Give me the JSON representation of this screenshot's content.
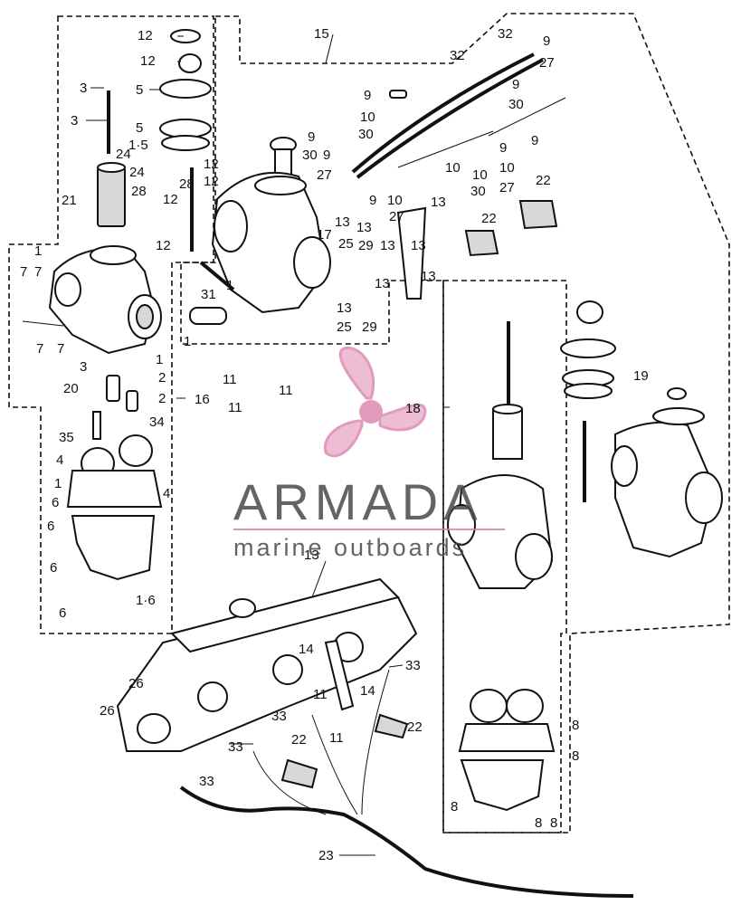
{
  "watermark": {
    "brand": "ARMADA",
    "tagline": "marine outboards",
    "accent_color": "#d77aa6",
    "icon": "propeller-logo-icon"
  },
  "callouts": [
    {
      "id": "c1",
      "text": "12"
    },
    {
      "id": "c2",
      "text": "12"
    },
    {
      "id": "c3",
      "text": "3"
    },
    {
      "id": "c4",
      "text": "5"
    },
    {
      "id": "c5",
      "text": "3"
    },
    {
      "id": "c6",
      "text": "5"
    },
    {
      "id": "c7",
      "text": "1·5"
    },
    {
      "id": "c8",
      "text": "24"
    },
    {
      "id": "c9",
      "text": "12"
    },
    {
      "id": "c10",
      "text": "24"
    },
    {
      "id": "c11",
      "text": "12"
    },
    {
      "id": "c12",
      "text": "28"
    },
    {
      "id": "c13",
      "text": "28"
    },
    {
      "id": "c14",
      "text": "12"
    },
    {
      "id": "c15",
      "text": "21"
    },
    {
      "id": "c16",
      "text": "12"
    },
    {
      "id": "c17",
      "text": "1"
    },
    {
      "id": "c18",
      "text": "7"
    },
    {
      "id": "c19",
      "text": "7"
    },
    {
      "id": "c20",
      "text": "7"
    },
    {
      "id": "c21",
      "text": "7"
    },
    {
      "id": "c22",
      "text": "3"
    },
    {
      "id": "c23",
      "text": "1"
    },
    {
      "id": "c24",
      "text": "20"
    },
    {
      "id": "c25",
      "text": "2"
    },
    {
      "id": "c26",
      "text": "2"
    },
    {
      "id": "c27",
      "text": "35"
    },
    {
      "id": "c28",
      "text": "34"
    },
    {
      "id": "c29",
      "text": "4"
    },
    {
      "id": "c30",
      "text": "1"
    },
    {
      "id": "c31",
      "text": "4"
    },
    {
      "id": "c32",
      "text": "6"
    },
    {
      "id": "c33",
      "text": "6"
    },
    {
      "id": "c34",
      "text": "6"
    },
    {
      "id": "c35",
      "text": "6"
    },
    {
      "id": "c36",
      "text": "1·6"
    },
    {
      "id": "c37",
      "text": "16"
    },
    {
      "id": "c38",
      "text": "15"
    },
    {
      "id": "c39",
      "text": "32"
    },
    {
      "id": "c40",
      "text": "32"
    },
    {
      "id": "c41",
      "text": "9"
    },
    {
      "id": "c42",
      "text": "27"
    },
    {
      "id": "c43",
      "text": "9"
    },
    {
      "id": "c44",
      "text": "30"
    },
    {
      "id": "c45",
      "text": "9"
    },
    {
      "id": "c46",
      "text": "9"
    },
    {
      "id": "c47",
      "text": "10"
    },
    {
      "id": "c48",
      "text": "30"
    },
    {
      "id": "c49",
      "text": "9"
    },
    {
      "id": "c50",
      "text": "30"
    },
    {
      "id": "c51",
      "text": "9"
    },
    {
      "id": "c52",
      "text": "27"
    },
    {
      "id": "c53",
      "text": "9"
    },
    {
      "id": "c54",
      "text": "10"
    },
    {
      "id": "c55",
      "text": "10"
    },
    {
      "id": "c56",
      "text": "10"
    },
    {
      "id": "c57",
      "text": "30"
    },
    {
      "id": "c58",
      "text": "27"
    },
    {
      "id": "c59",
      "text": "9"
    },
    {
      "id": "c60",
      "text": "10"
    },
    {
      "id": "c61",
      "text": "27"
    },
    {
      "id": "c62",
      "text": "13"
    },
    {
      "id": "c63",
      "text": "22"
    },
    {
      "id": "c64",
      "text": "22"
    },
    {
      "id": "c65",
      "text": "13"
    },
    {
      "id": "c66",
      "text": "13"
    },
    {
      "id": "c67",
      "text": "25"
    },
    {
      "id": "c68",
      "text": "29"
    },
    {
      "id": "c69",
      "text": "13"
    },
    {
      "id": "c70",
      "text": "13"
    },
    {
      "id": "c71",
      "text": "17"
    },
    {
      "id": "c72",
      "text": "13"
    },
    {
      "id": "c73",
      "text": "13"
    },
    {
      "id": "c74",
      "text": "13"
    },
    {
      "id": "c75",
      "text": "25"
    },
    {
      "id": "c76",
      "text": "29"
    },
    {
      "id": "c77",
      "text": "31"
    },
    {
      "id": "c78",
      "text": "1"
    },
    {
      "id": "c79",
      "text": "1"
    },
    {
      "id": "c80",
      "text": "11"
    },
    {
      "id": "c81",
      "text": "11"
    },
    {
      "id": "c82",
      "text": "11"
    },
    {
      "id": "c83",
      "text": "18"
    },
    {
      "id": "c84",
      "text": "19"
    },
    {
      "id": "c85",
      "text": "13"
    },
    {
      "id": "c86",
      "text": "14"
    },
    {
      "id": "c87",
      "text": "14"
    },
    {
      "id": "c88",
      "text": "33"
    },
    {
      "id": "c89",
      "text": "26"
    },
    {
      "id": "c90",
      "text": "26"
    },
    {
      "id": "c91",
      "text": "11"
    },
    {
      "id": "c92",
      "text": "11"
    },
    {
      "id": "c93",
      "text": "33"
    },
    {
      "id": "c94",
      "text": "22"
    },
    {
      "id": "c95",
      "text": "22"
    },
    {
      "id": "c96",
      "text": "33"
    },
    {
      "id": "c97",
      "text": "33"
    },
    {
      "id": "c98",
      "text": "23"
    },
    {
      "id": "c99",
      "text": "8"
    },
    {
      "id": "c100",
      "text": "8"
    },
    {
      "id": "c101",
      "text": "8"
    },
    {
      "id": "c102",
      "text": "8"
    },
    {
      "id": "c103",
      "text": "8"
    }
  ]
}
